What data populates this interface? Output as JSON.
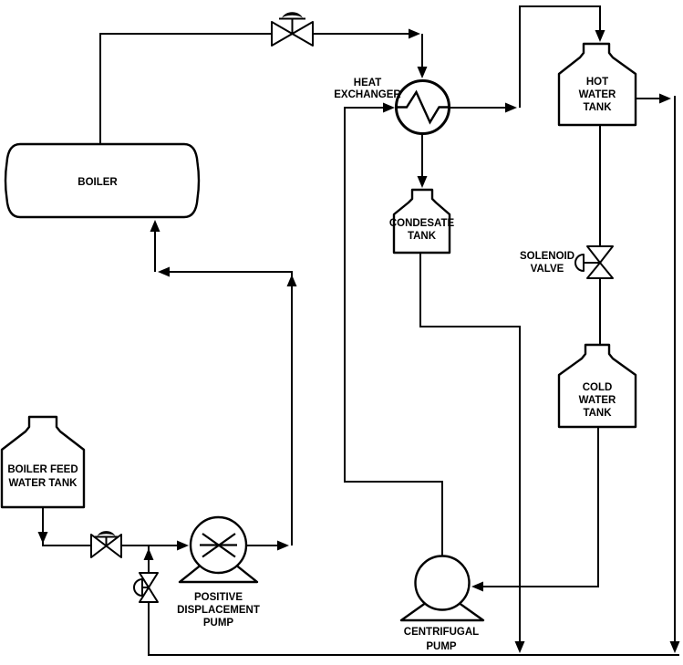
{
  "diagram": {
    "type": "process-flow-diagram",
    "colors": {
      "background": "#ffffff",
      "line": "#000000",
      "text": "#000000"
    },
    "labels": {
      "boiler": "BOILER",
      "heat_exchanger": [
        "HEAT",
        "EXCHANGER"
      ],
      "condensate_tank": [
        "CONDESATE",
        "TANK"
      ],
      "hot_water_tank": [
        "HOT",
        "WATER",
        "TANK"
      ],
      "solenoid_valve": [
        "SOLENOID",
        "VALVE"
      ],
      "cold_water_tank": [
        "COLD",
        "WATER",
        "TANK"
      ],
      "boiler_feed_water_tank": [
        "BOILER FEED",
        "WATER TANK"
      ],
      "positive_displacement_pump": [
        "POSITIVE",
        "DISPLACEMENT",
        "PUMP"
      ],
      "centrifugal_pump": [
        "CENTRIFUGAL",
        "PUMP"
      ]
    }
  }
}
